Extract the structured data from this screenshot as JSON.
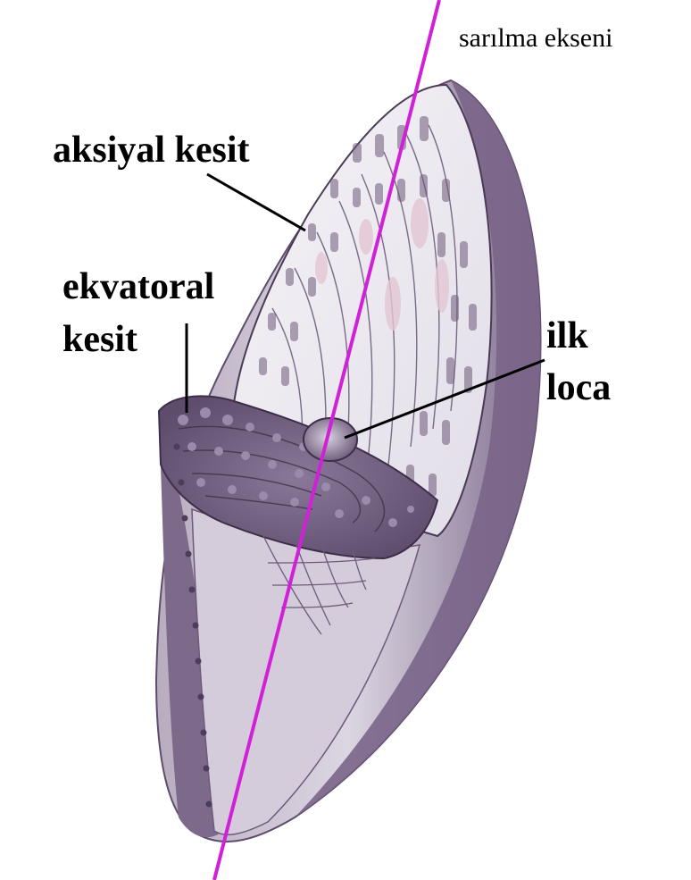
{
  "labels": {
    "axis": "sarılma ekseni",
    "axial_section": "aksiyal kesit",
    "equatorial_line1": "ekvatoral",
    "equatorial_line2": "kesit",
    "first_chamber_line1": "ilk",
    "first_chamber_line2": "loca"
  },
  "colors": {
    "axis_line": "#d020d8",
    "shell_dark": "#6e5a7a",
    "shell_mid": "#a896b0",
    "shell_light": "#e8e4ee",
    "section_bg": "#f1eff3",
    "chamber_pink": "#e3c6d4",
    "leader": "#000000"
  }
}
